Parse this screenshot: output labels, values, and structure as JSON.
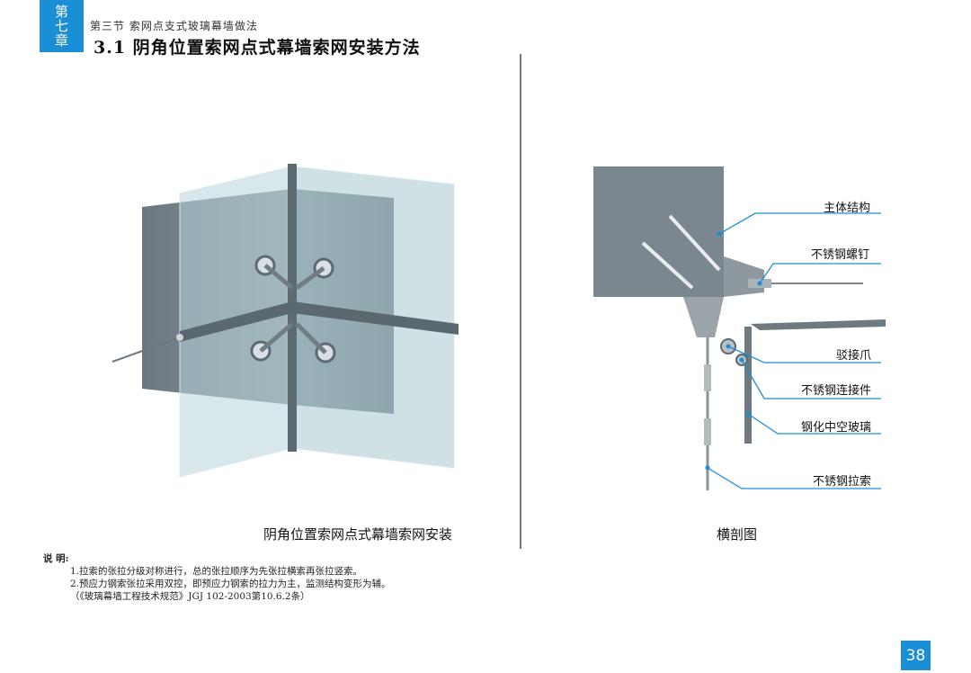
{
  "header": {
    "chapter": [
      "第",
      "七",
      "章"
    ],
    "section": "第三节 索网点支式玻璃幕墙做法",
    "title": "3.1 阴角位置索网点式幕墙索网安装方法"
  },
  "figures": {
    "left_caption": "阴角位置索网点式幕墙索网安装",
    "right_caption": "横剖图",
    "callouts": [
      "主体结构",
      "不锈钢螺钉",
      "驳接爪",
      "不锈钢连接件",
      "钢化中空玻璃",
      "不锈钢拉索"
    ]
  },
  "notes": {
    "title": "说 明:",
    "lines": [
      "1.拉索的张拉分级对称进行，总的张拉顺序为先张拉横索再张拉竖索。",
      "2.预应力钢索张拉采用双控，即预应力钢索的拉力为主，监测结构变形为辅。",
      "（《玻璃幕墙工程技术规范》JGJ 102-2003第10.6.2条）"
    ]
  },
  "page_number": "38",
  "colors": {
    "accent": "#1a8fd6",
    "leader": "#1a8fd6",
    "glass": "#a9c6cf",
    "concrete": "#7a8790"
  }
}
